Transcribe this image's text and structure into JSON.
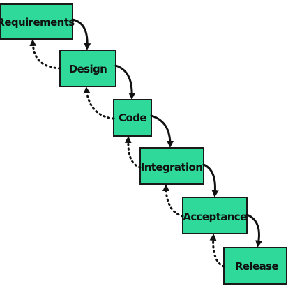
{
  "diagram": {
    "fill_color": "#2fd99a",
    "stroke_color": "#1a1a1a",
    "stages": [
      {
        "id": "requirements",
        "label": "Requirements"
      },
      {
        "id": "design",
        "label": "Design"
      },
      {
        "id": "code",
        "label": "Code"
      },
      {
        "id": "integration",
        "label": "Integration"
      },
      {
        "id": "acceptance",
        "label": "Acceptance"
      },
      {
        "id": "release",
        "label": "Release"
      }
    ],
    "flow": "forward arrows between consecutive stages, dotted feedback arrows back to previous stage"
  }
}
